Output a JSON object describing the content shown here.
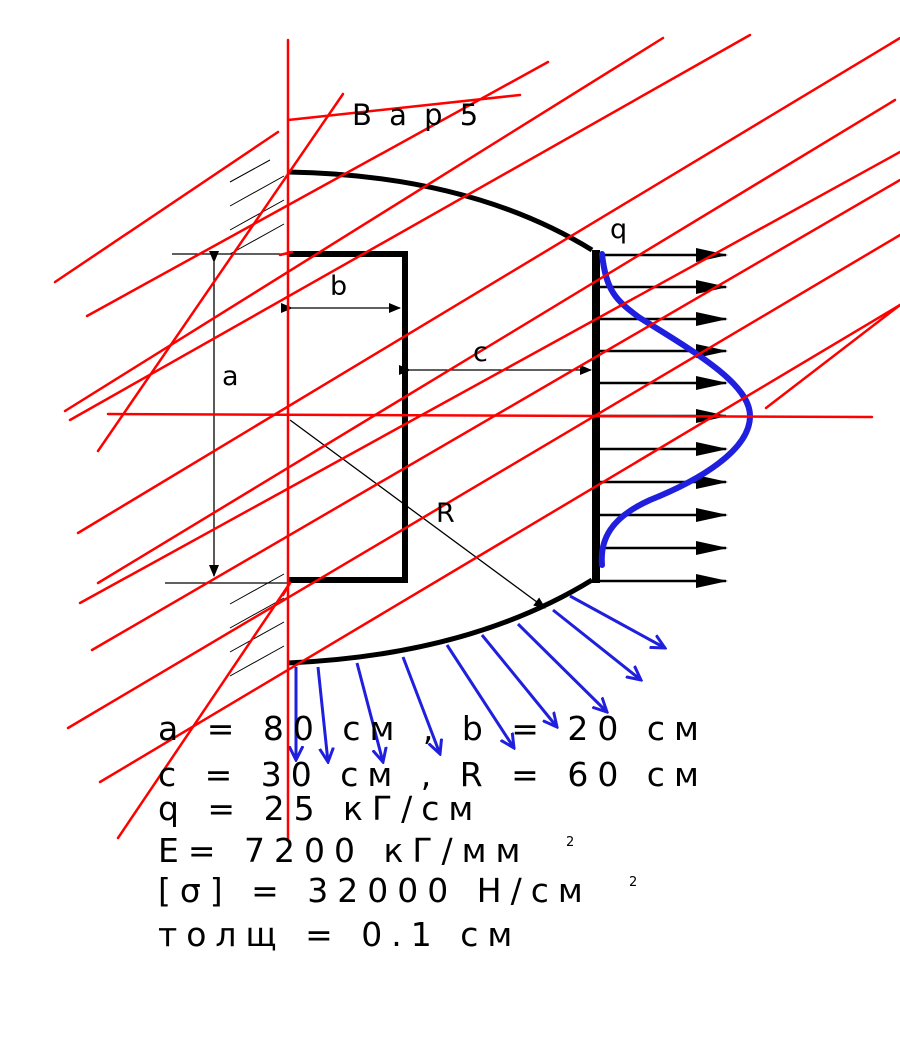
{
  "title": "В а р   5",
  "labels": {
    "a": "a",
    "b": "b",
    "c": "c",
    "R": "R",
    "q": "q"
  },
  "specs": {
    "line1": "a  =  80 см , b  =  20 см",
    "line2": "c  =  30 см , R  =  60 см",
    "line3": "q  =  25 кГ/см",
    "line4": "E= 7200 кГ/мм",
    "line4_sup": "2",
    "line5": "[σ] = 32000 Н/см",
    "line5_sup": "2",
    "line6": "толщ  =  0.1 см"
  },
  "colors": {
    "hatch": "#ff0000",
    "structure": "#000000",
    "load": "#1f1fdd"
  },
  "icons": {
    "load_arrow": "arrow-right-icon",
    "pressure_arrow": "arrow-diagonal-icon"
  }
}
